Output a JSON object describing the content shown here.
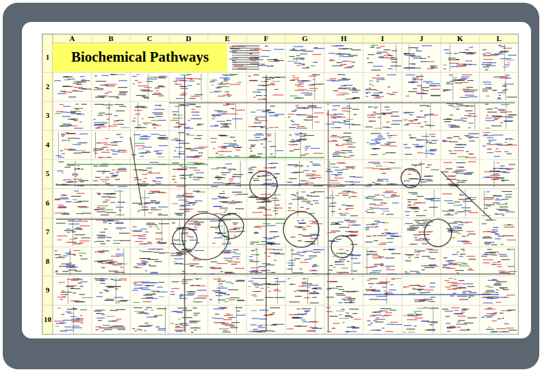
{
  "diagram": {
    "title": "Biochemical Pathways",
    "labels": [
      "A",
      "B",
      "C",
      "D",
      "E",
      "F",
      "G",
      "H",
      "I",
      "J",
      "K",
      "L",
      "1",
      "2",
      "3",
      "4",
      "5",
      "6",
      "7",
      "8",
      "9",
      "10"
    ]
  }
}
